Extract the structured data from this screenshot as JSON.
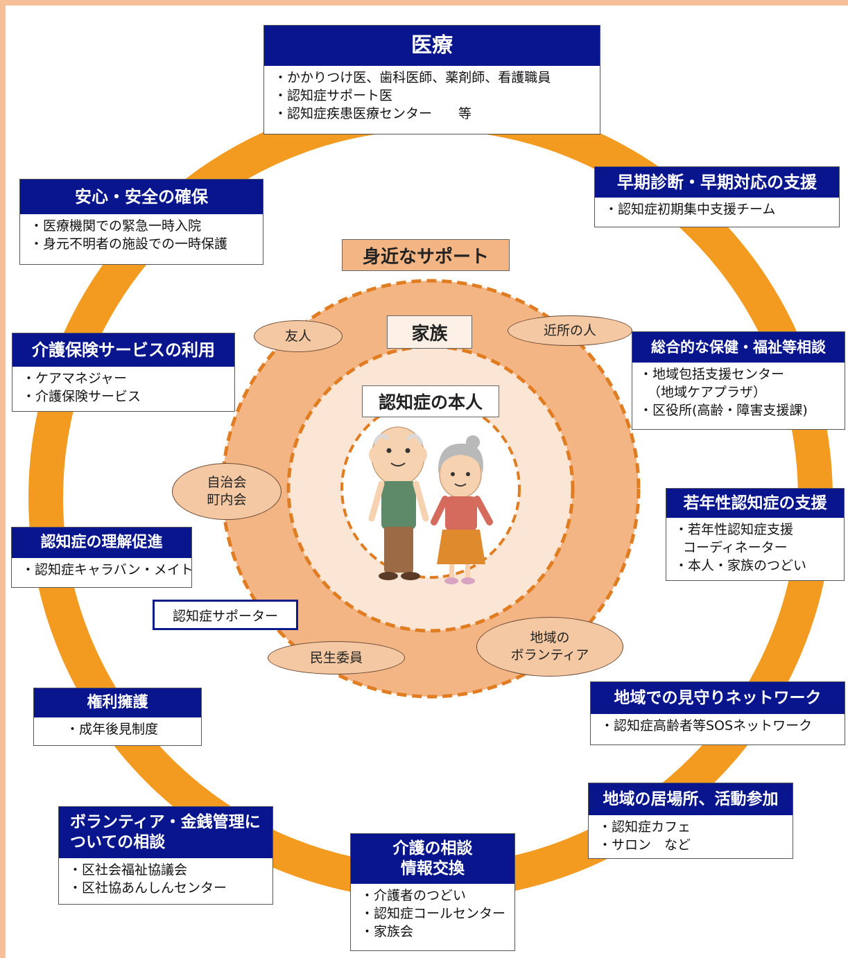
{
  "colors": {
    "ring": "#f39b21",
    "header_bg": "#08158c",
    "outer_circle": "#f4b584",
    "inner_circle": "#fbe5d4",
    "dash": "#e07d22",
    "page_border": "#f6bf98"
  },
  "center": {
    "outer_label": "身近なサポート",
    "family_label": "家族",
    "person_label": "認知症の本人",
    "image_name": "elderly-couple-illustration"
  },
  "ovals": {
    "friend": "友人",
    "neighbor": "近所の人",
    "jichikai": "自治会\n町内会",
    "minsei": "民生委員",
    "volunteer": "地域の\nボランティア"
  },
  "supporter_label": "認知症サポーター",
  "boxes": {
    "medical": {
      "title": "医療",
      "items": [
        "・かかりつけ医、歯科医師、薬剤師、看護職員",
        "・認知症サポート医",
        "・認知症疾患医療センター　　等"
      ]
    },
    "early": {
      "title": "早期診断・早期対応の支援",
      "items": [
        "・認知症初期集中支援チーム"
      ]
    },
    "consult": {
      "title": "総合的な保健・福祉等相談",
      "items": [
        "・地域包括支援センター",
        "（地域ケアプラザ）",
        "・区役所(高齢・障害支援課)"
      ]
    },
    "young": {
      "title": "若年性認知症の支援",
      "items": [
        "・若年性認知症支援",
        "コーディネーター",
        "・本人・家族のつどい"
      ]
    },
    "watch": {
      "title": "地域での見守りネットワーク",
      "items": [
        "・認知症高齢者等SOSネットワーク"
      ]
    },
    "place": {
      "title": "地域の居場所、活動参加",
      "items": [
        "・認知症カフェ",
        "・サロン　など"
      ]
    },
    "care_consult": {
      "title": "介護の相談\n情報交換",
      "items": [
        "・介護者のつどい",
        "・認知症コールセンター",
        "・家族会"
      ]
    },
    "money": {
      "title": "ボランティア・金銭管理に\nついての相談",
      "items": [
        "・区社会福祉協議会",
        "・区社協あんしんセンター"
      ]
    },
    "rights": {
      "title": "権利擁護",
      "items": [
        "・成年後見制度"
      ]
    },
    "understand": {
      "title": "認知症の理解促進",
      "items": [
        "・認知症キャラバン・メイト"
      ]
    },
    "insurance": {
      "title": "介護保険サービスの利用",
      "items": [
        "・ケアマネジャー",
        "・介護保険サービス"
      ]
    },
    "safety": {
      "title": "安心・安全の確保",
      "items": [
        "・医療機関での緊急一時入院",
        "・身元不明者の施設での一時保護"
      ]
    }
  }
}
